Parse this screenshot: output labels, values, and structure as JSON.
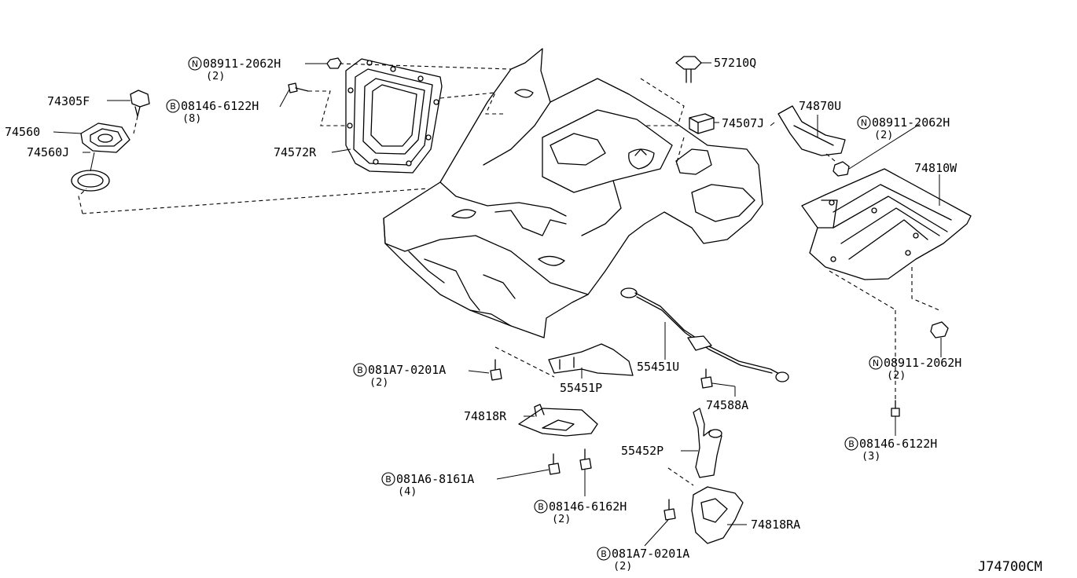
{
  "diagram_ref": "J74700CM",
  "badges": {
    "n": "N",
    "b": "B"
  },
  "callouts": {
    "p_74305F": "74305F",
    "p_74560": "74560",
    "p_74560J": "74560J",
    "n_top": {
      "part": "08911-2062H",
      "qty": "(2)"
    },
    "b_top": {
      "part": "08146-6122H",
      "qty": "(8)"
    },
    "p_74572R": "74572R",
    "p_57210Q": "57210Q",
    "p_74507J": "74507J",
    "p_74870U": "74870U",
    "n_right_top": {
      "part": "08911-2062H",
      "qty": "(2)"
    },
    "p_74810W": "74810W",
    "n_right_bottom": {
      "part": "08911-2062H",
      "qty": "(2)"
    },
    "b_right_bottom": {
      "part": "08146-6122H",
      "qty": "(3)"
    },
    "b_081A7_left": {
      "part": "081A7-0201A",
      "qty": "(2)"
    },
    "p_55451P": "55451P",
    "p_55451U": "55451U",
    "p_74588A": "74588A",
    "p_74818R": "74818R",
    "b_081A6": {
      "part": "081A6-8161A",
      "qty": "(4)"
    },
    "b_08146_6162H": {
      "part": "08146-6162H",
      "qty": "(2)"
    },
    "p_55452P": "55452P",
    "p_74818RA": "74818RA",
    "b_081A7_bottom": {
      "part": "081A7-0201A",
      "qty": "(2)"
    }
  }
}
